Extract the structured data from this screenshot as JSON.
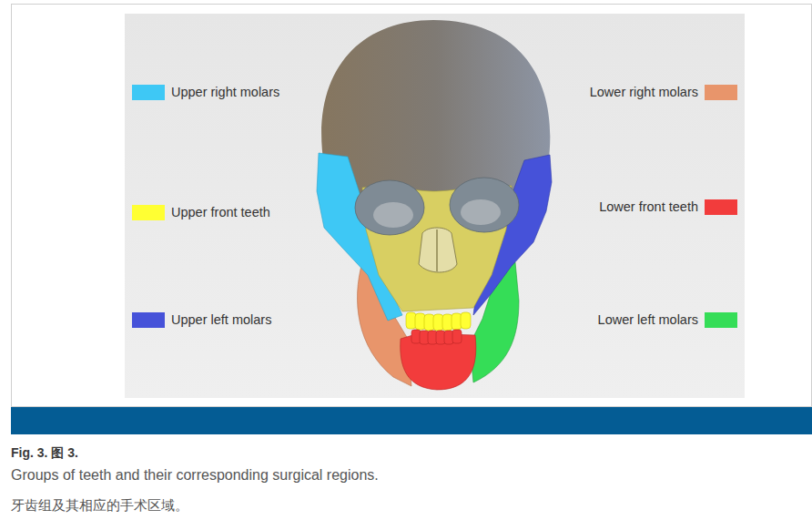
{
  "diagram": {
    "title": "Fig. 3. 图 3.",
    "caption": "Groups of teeth and their corresponding surgical regions.",
    "labels": [
      "牙齿组及其相应的手术区域。"
    ],
    "legend": [
      {
        "text": "Upper right molars",
        "color": "#3ec8f5"
      },
      {
        "text": "Upper front teeth",
        "color": "#ffff33"
      },
      {
        "text": "Upper left molars",
        "color": "#4652d9"
      },
      {
        "text": "Lower right molars",
        "color": "#e8956b"
      },
      {
        "text": "Lower front teeth",
        "color": "#f23c3c"
      },
      {
        "text": "Lower left molars",
        "color": "#35dd57"
      }
    ]
  }
}
